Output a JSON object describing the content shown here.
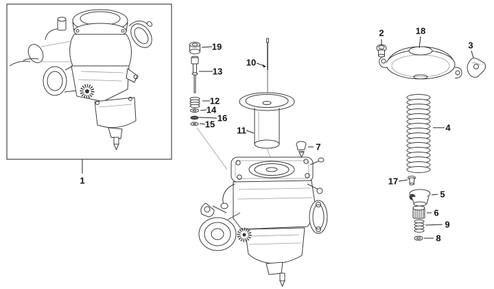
{
  "diagram": {
    "kind": "exploded-parts-diagram",
    "subject": "carburetor assembly",
    "line_color": "#3a3a3a",
    "background": "#ffffff"
  },
  "callouts": {
    "1": "1",
    "2": "2",
    "3": "3",
    "4": "4",
    "5": "5",
    "6": "6",
    "7": "7",
    "8": "8",
    "9": "9",
    "10": "10",
    "11": "11",
    "12": "12",
    "13": "13",
    "14": "14",
    "15": "15",
    "16": "16",
    "17": "17",
    "18": "18",
    "19": "19"
  }
}
